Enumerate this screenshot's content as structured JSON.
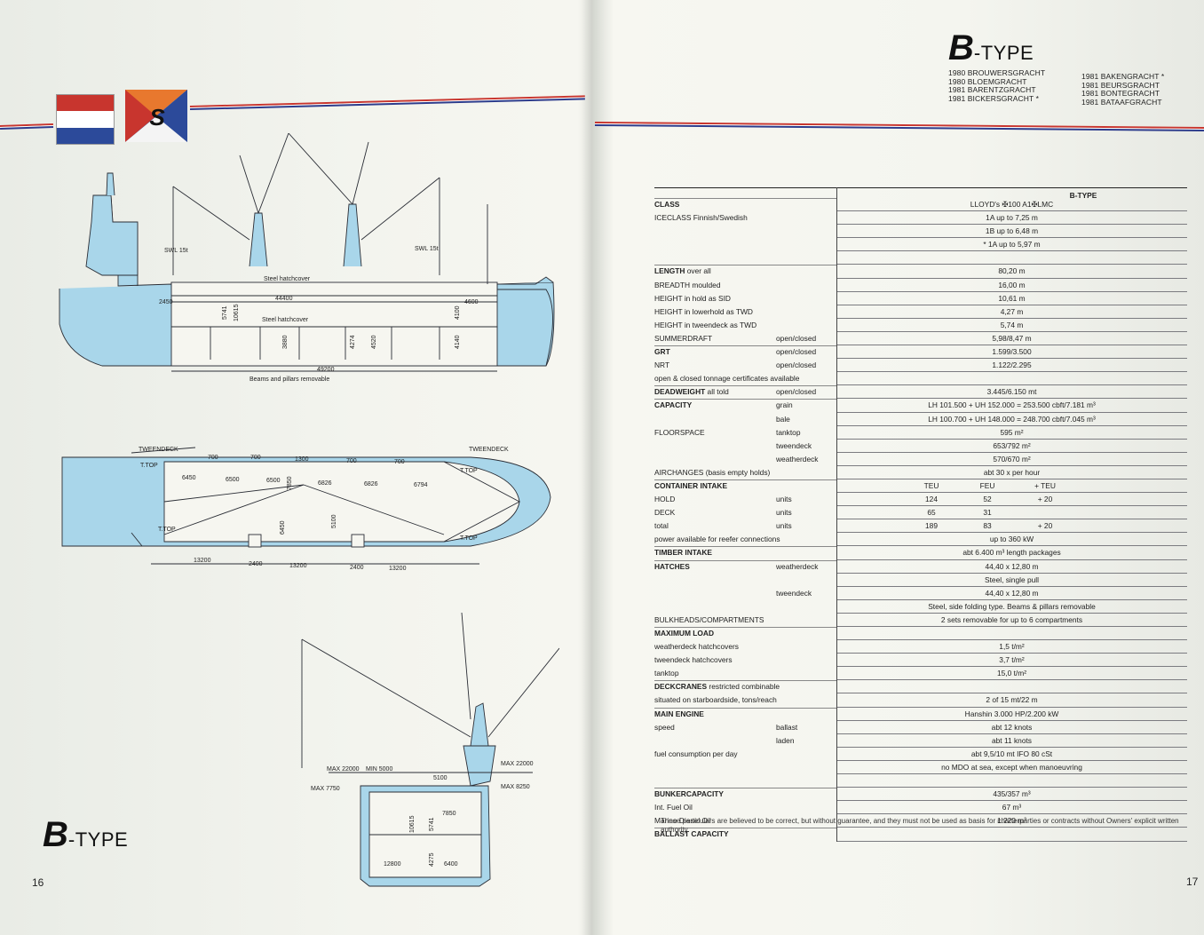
{
  "left_page": {
    "page_number": "16",
    "title_letter": "B",
    "title_suffix": "-TYPE",
    "flag_letter": "S",
    "drawing_labels": {
      "swl_left": "SWL 15t",
      "swl_right": "SWL 15t",
      "steel_hatchcover_top": "Steel hatchcover",
      "steel_hatchcover_mid": "Steel hatchcover",
      "dim_44400": "44400",
      "dim_2450": "2450",
      "dim_4600": "4600",
      "dim_49200": "49200",
      "dim_5741": "5741",
      "dim_10615": "10615",
      "dim_3880": "3880",
      "dim_4274": "4274",
      "dim_4520": "4520",
      "dim_4100": "4100",
      "dim_4140": "4140",
      "beams_note": "Beams and pillars removable",
      "twdeck_left": "TWEENDECK",
      "twdeck_right": "TWEENDECK",
      "ttop_1": "T.TOP",
      "ttop_2": "T.TOP",
      "ttop_3": "T.TOP",
      "ttop_4": "T.TOP",
      "p700_1": "700",
      "p700_2": "700",
      "p1300": "1300",
      "p700_3": "700",
      "p700_4": "700",
      "p6450": "6450",
      "p6500a": "6500",
      "p6500b": "6500",
      "p7850": "7850",
      "p6826a": "6826",
      "p6826b": "6826",
      "p6794": "6794",
      "p6450b": "6450",
      "p5100": "5100",
      "p13200a": "13200",
      "p2400a": "2400",
      "p13200b": "13200",
      "p2400b": "2400",
      "p13200c": "13200",
      "s_max22000": "MAX 22000",
      "s_min5000": "MIN 5000",
      "s_5100": "5100",
      "s_max7750": "MAX 7750",
      "s_max22000r": "MAX 22000",
      "s_max8250": "MAX 8250",
      "s_7850": "7850",
      "s_10615": "10615",
      "s_5741": "5741",
      "s_4275": "4275",
      "s_12800": "12800",
      "s_6400": "6400"
    }
  },
  "right_page": {
    "page_number": "17",
    "title_letter": "B",
    "title_suffix": "-TYPE",
    "ships_left": [
      "1980 BROUWERSGRACHT",
      "1980 BLOEMGRACHT",
      "1981 BARENTZGRACHT",
      "1981 BICKERSGRACHT *"
    ],
    "ships_right": [
      "1981 BAKENGRACHT *",
      "1981 BEURSGRACHT",
      "1981 BONTEGRACHT",
      "1981 BATAAFGRACHT"
    ],
    "table_header": "B-TYPE",
    "rows": [
      {
        "l": "CLASS",
        "bold": true,
        "m": "",
        "v": "LLOYD's ✠100 A1✠LMC"
      },
      {
        "l": "ICECLASS Finnish/Swedish",
        "bold": false,
        "m": "",
        "v": "1A up to 7,25 m"
      },
      {
        "l": "",
        "bold": false,
        "m": "",
        "v": "1B up to 6,48 m"
      },
      {
        "l": "",
        "bold": false,
        "m": "",
        "v": "* 1A up to 5,97 m"
      },
      {
        "l": "",
        "bold": false,
        "m": "",
        "v": ""
      },
      {
        "l": "LENGTH",
        "lx": "over all",
        "bold": true,
        "m": "",
        "v": "80,20 m"
      },
      {
        "l": "BREADTH moulded",
        "bold": false,
        "m": "",
        "v": "16,00 m"
      },
      {
        "l": "HEIGHT in hold as SID",
        "bold": false,
        "m": "",
        "v": "10,61 m"
      },
      {
        "l": "HEIGHT in lowerhold as TWD",
        "bold": false,
        "m": "",
        "v": "4,27 m"
      },
      {
        "l": "HEIGHT in tweendeck as TWD",
        "bold": false,
        "m": "",
        "v": "5,74 m"
      },
      {
        "l": "SUMMERDRAFT",
        "bold": false,
        "m": "open/closed",
        "v": "5,98/8,47 m"
      },
      {
        "l": "GRT",
        "bold": true,
        "m": "open/closed",
        "v": "1.599/3.500"
      },
      {
        "l": "NRT",
        "bold": false,
        "m": "open/closed",
        "v": "1.122/2.295"
      },
      {
        "l": "open & closed tonnage certificates available",
        "bold": false,
        "m": "",
        "v": ""
      },
      {
        "l": "DEADWEIGHT",
        "lx": "all told",
        "bold": true,
        "m": "open/closed",
        "v": "3.445/6.150 mt"
      },
      {
        "l": "CAPACITY",
        "bold": true,
        "m": "grain",
        "v": "LH 101.500 + UH 152.000 = 253.500 cbft/7.181 m³"
      },
      {
        "l": "",
        "bold": false,
        "m": "bale",
        "v": "LH 100.700 + UH 148.000 = 248.700 cbft/7.045 m³"
      },
      {
        "l": "FLOORSPACE",
        "bold": false,
        "m": "tanktop",
        "v": "595 m²"
      },
      {
        "l": "",
        "bold": false,
        "m": "tweendeck",
        "v": "653/792 m²"
      },
      {
        "l": "",
        "bold": false,
        "m": "weatherdeck",
        "v": "570/670 m²"
      },
      {
        "l": "AIRCHANGES (basis empty holds)",
        "bold": false,
        "m": "",
        "v": "abt 30 x per hour"
      },
      {
        "l": "CONTAINER INTAKE",
        "bold": true,
        "m": "",
        "v": "",
        "teu": [
          "TEU",
          "FEU",
          "+ TEU"
        ]
      },
      {
        "l": "HOLD",
        "bold": false,
        "m": "units",
        "v": "",
        "teu": [
          "124",
          "52",
          "+ 20"
        ]
      },
      {
        "l": "DECK",
        "bold": false,
        "m": "units",
        "v": "",
        "teu": [
          "65",
          "31",
          ""
        ]
      },
      {
        "l": "total",
        "bold": false,
        "m": "units",
        "v": "",
        "teu": [
          "189",
          "83",
          "+ 20"
        ]
      },
      {
        "l": "power available for reefer connections",
        "bold": false,
        "m": "",
        "v": "up to 360 kW"
      },
      {
        "l": "TIMBER INTAKE",
        "bold": true,
        "m": "",
        "v": "abt 6.400 m³ length packages"
      },
      {
        "l": "HATCHES",
        "bold": true,
        "m": "weatherdeck",
        "v": "44,40 x 12,80 m"
      },
      {
        "l": "",
        "bold": false,
        "m": "",
        "v": "Steel, single pull"
      },
      {
        "l": "",
        "bold": false,
        "m": "tweendeck",
        "v": "44,40 x 12,80 m"
      },
      {
        "l": "",
        "bold": false,
        "m": "",
        "v": "Steel, side folding type. Beams & pillars removable"
      },
      {
        "l": "BULKHEADS/COMPARTMENTS",
        "bold": false,
        "m": "",
        "v": "2 sets removable for up to 6 compartments"
      },
      {
        "l": "MAXIMUM LOAD",
        "bold": true,
        "m": "",
        "v": ""
      },
      {
        "l": "weatherdeck hatchcovers",
        "bold": false,
        "m": "",
        "v": "1,5 t/m²"
      },
      {
        "l": "tweendeck hatchcovers",
        "bold": false,
        "m": "",
        "v": "3,7 t/m²"
      },
      {
        "l": "tanktop",
        "bold": false,
        "m": "",
        "v": "15,0 t/m²"
      },
      {
        "l": "DECKCRANES",
        "lx": "restricted combinable",
        "bold": true,
        "m": "",
        "v": ""
      },
      {
        "l": "situated on starboardside, tons/reach",
        "bold": false,
        "m": "",
        "v": "2 of 15 mt/22 m"
      },
      {
        "l": "MAIN ENGINE",
        "bold": true,
        "m": "",
        "v": "Hanshin 3.000 HP/2.200 kW"
      },
      {
        "l": "speed",
        "bold": false,
        "m": "ballast",
        "v": "abt 12 knots"
      },
      {
        "l": "",
        "bold": false,
        "m": "laden",
        "v": "abt 11 knots"
      },
      {
        "l": "fuel consumption per day",
        "bold": false,
        "m": "",
        "v": "abt 9,5/10 mt IFO 80 cSt"
      },
      {
        "l": "",
        "bold": false,
        "m": "",
        "v": "no MDO at sea, except when manoeuvring"
      },
      {
        "l": "",
        "bold": false,
        "m": "",
        "v": ""
      },
      {
        "l": "BUNKERCAPACITY",
        "bold": true,
        "m": "",
        "v": "435/357 m³"
      },
      {
        "l": "Int. Fuel Oil",
        "bold": false,
        "m": "",
        "v": "67 m³"
      },
      {
        "l": "Marine Diesel Oil",
        "bold": false,
        "m": "",
        "v": "1.220 m³"
      },
      {
        "l": "BALLAST CAPACITY",
        "bold": true,
        "m": "",
        "v": ""
      }
    ],
    "footnote": "These particulars are believed to be correct, but without guarantee, and they must not be used as basis for charterparties or contracts without Owners' explicit written authority."
  },
  "colors": {
    "hull_blue": "#a9d6ea",
    "line": "#2a2d35",
    "stripe_red": "#c8352e",
    "stripe_blue": "#2d3c8c",
    "flag_red": "#c8352e",
    "flag_blue": "#2c4a9a",
    "flag_orange": "#e8782e"
  }
}
